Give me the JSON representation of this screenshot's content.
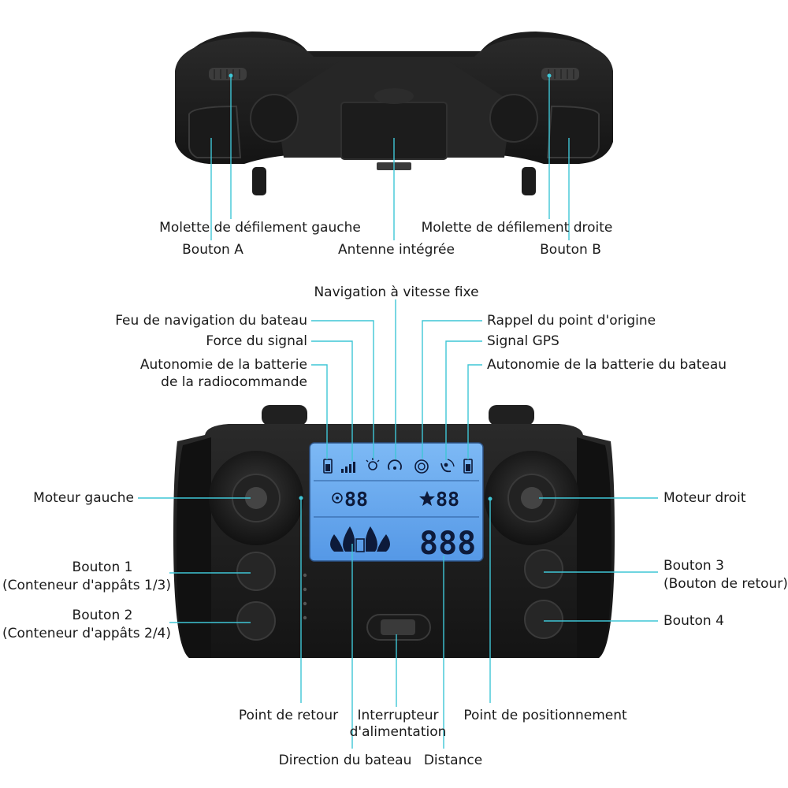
{
  "top_view": {
    "labels": {
      "left_scroll_wheel": "Molette de défilement gauche",
      "button_a": "Bouton A",
      "antenna": "Antenne intégrée",
      "right_scroll_wheel": "Molette de défilement droite",
      "button_b": "Bouton B"
    }
  },
  "front_view": {
    "labels": {
      "fixed_speed_nav": "Navigation à vitesse fixe",
      "boat_nav_light": "Feu de navigation du bateau",
      "signal_strength": "Force du signal",
      "remote_battery_line1": "Autonomie de la batterie",
      "remote_battery_line2": "de la radiocommande",
      "return_home": "Rappel du point d'origine",
      "gps_signal": "Signal GPS",
      "boat_battery": "Autonomie de la batterie du bateau",
      "left_motor": "Moteur gauche",
      "right_motor": "Moteur droit",
      "button1_line1": "Bouton 1",
      "button1_line2": "(Conteneur d'appâts 1/3)",
      "button2_line1": "Bouton 2",
      "button2_line2": "(Conteneur d'appâts 2/4)",
      "button3_line1": "Bouton 3",
      "button3_line2": "(Bouton de retour)",
      "button4": "Bouton 4",
      "return_point": "Point de retour",
      "power_switch_line1": "Interrupteur",
      "power_switch_line2": "d'alimentation",
      "positioning_point": "Point de positionnement",
      "boat_direction": "Direction du bateau",
      "distance": "Distance"
    },
    "lcd": {
      "left_value": "88",
      "right_value": "88",
      "big_value": "888"
    }
  },
  "colors": {
    "callout": "#3fc6d6",
    "body": "#1b1b1b",
    "lcd": "#5fa8f0"
  },
  "icons": [
    "remote-battery-icon",
    "signal-bars-icon",
    "nav-light-icon",
    "fixed-speed-icon",
    "return-home-icon",
    "gps-icon",
    "boat-battery-icon",
    "crosshair-icon",
    "star-icon",
    "boat-direction-icon"
  ]
}
